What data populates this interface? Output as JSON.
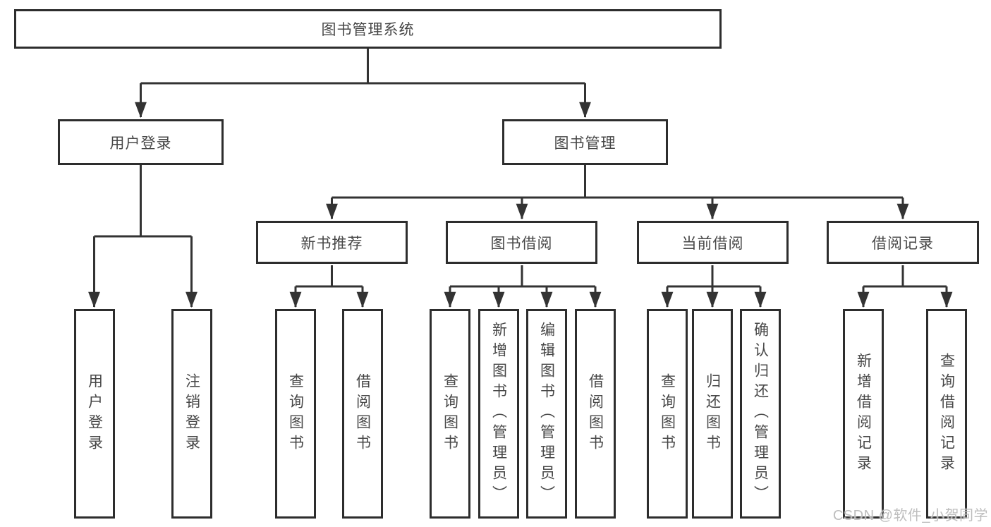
{
  "diagram": {
    "title": "图书管理系统",
    "watermark": "CSDN @软件_小贺同学",
    "colors": {
      "line": "#333333",
      "box_border": "#2d2d2d",
      "text": "#474747",
      "background": "#ffffff",
      "watermark": "#bababa"
    },
    "nodes": {
      "root": {
        "label": "图书管理系统"
      },
      "level2": [
        {
          "label": "用户登录"
        },
        {
          "label": "图书管理"
        }
      ],
      "level3": [
        {
          "label": "新书推荐"
        },
        {
          "label": "图书借阅"
        },
        {
          "label": "当前借阅"
        },
        {
          "label": "借阅记录"
        }
      ],
      "leaves": [
        {
          "label": "用户登录",
          "parent": "用户登录"
        },
        {
          "label": "注销登录",
          "parent": "用户登录"
        },
        {
          "label": "查询图书",
          "parent": "新书推荐"
        },
        {
          "label": "借阅图书",
          "parent": "新书推荐"
        },
        {
          "label": "查询图书",
          "parent": "图书借阅"
        },
        {
          "label": "新增图书（管理员）",
          "parent": "图书借阅"
        },
        {
          "label": "编辑图书（管理员）",
          "parent": "图书借阅"
        },
        {
          "label": "借阅图书",
          "parent": "图书借阅"
        },
        {
          "label": "查询图书",
          "parent": "当前借阅"
        },
        {
          "label": "归还图书",
          "parent": "当前借阅"
        },
        {
          "label": "确认归还（管理员）",
          "parent": "当前借阅"
        },
        {
          "label": "新增借阅记录",
          "parent": "借阅记录"
        },
        {
          "label": "查询借阅记录",
          "parent": "借阅记录"
        }
      ]
    }
  }
}
